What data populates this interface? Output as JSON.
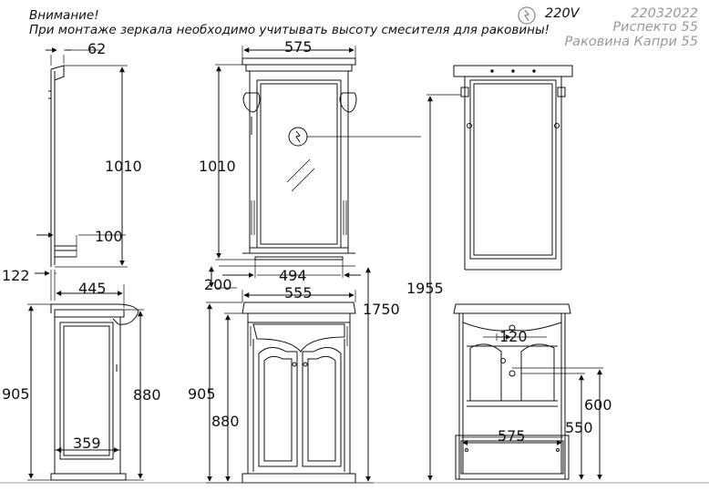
{
  "notice": {
    "title": "Внимание!",
    "text": "При монтаже зеркала необходимо учитывать высоту смесителя для раковины!"
  },
  "header": {
    "voltage": "220V",
    "code": "22032022",
    "product_line_1": "Риспекто 55",
    "product_line_2": "Раковина Капри 55",
    "icon": "electric-socket-icon"
  },
  "dimensions": {
    "mirror_depth": "62",
    "mirror_width": "575",
    "mirror_height_side": "1010",
    "mirror_height_front": "1010",
    "shelf_depth": "100",
    "shelf_width": "494",
    "basin_overhang": "122",
    "cabinet_depth": "445",
    "basin_width": "555",
    "gap_above_basin": "200",
    "total_to_basin": "1750",
    "total_height": "1955",
    "cabinet_height_with_basin_side": "905",
    "cabinet_height_side": "880",
    "cabinet_height_with_basin_front": "905",
    "cabinet_height_front": "880",
    "door_inner_depth": "359",
    "drain_offset": "120",
    "cabinet_inner_width": "575",
    "pipe_height_top": "600",
    "pipe_height_bottom": "550"
  }
}
